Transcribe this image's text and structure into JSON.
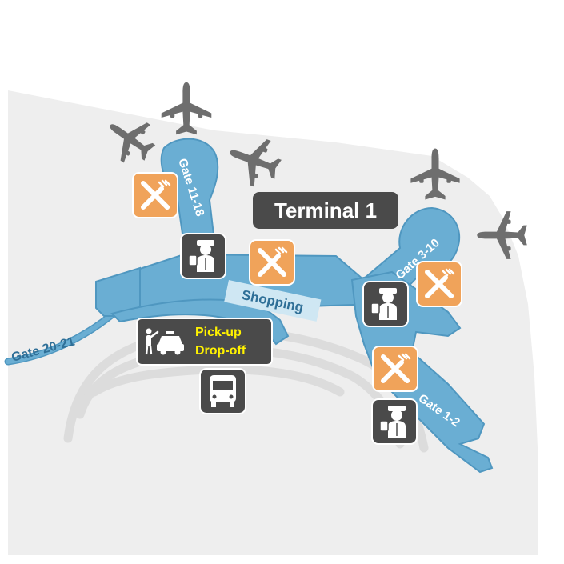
{
  "terminal": {
    "title": "Terminal 1"
  },
  "gates": {
    "g11_18": "Gate 11-18",
    "g3_10": "Gate 3-10",
    "g1_2": "Gate 1-2",
    "g20_21": "Gate 20-21"
  },
  "areas": {
    "shopping": "Shopping"
  },
  "transport": {
    "pickup": "Pick-up",
    "dropoff": "Drop-off"
  },
  "colors": {
    "ground": "#eeeeee",
    "terminal": "#6aaed3",
    "terminal_edge": "#4f97c0",
    "dining": "#f0a35a",
    "dark_badge": "#4a4a4a",
    "pickup_text": "#fff200",
    "plane": "#6e6e6e"
  },
  "icons": {
    "dining": "fork-knife-icon",
    "security": "security-officer-icon",
    "taxi": "taxi-icon",
    "bus": "bus-icon",
    "plane": "airplane-icon"
  }
}
